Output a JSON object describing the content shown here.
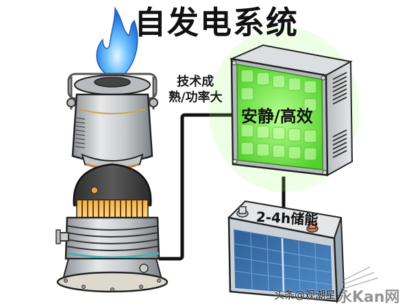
{
  "title": "自发电系统",
  "generator": {
    "label_line1": "技术成",
    "label_line2": "熟/功率大",
    "flame_color": "#3aa0f0"
  },
  "fuel_cell_box": {
    "label": "安静/高效",
    "glow_color": "#6ee84a",
    "grid_rows": 5,
    "grid_cols": 5
  },
  "battery": {
    "label": "2-4h储能",
    "panel_color": "#3d74b0"
  },
  "watermark": {
    "text": "头条@观潮星",
    "faded_text": "永Kan网"
  }
}
